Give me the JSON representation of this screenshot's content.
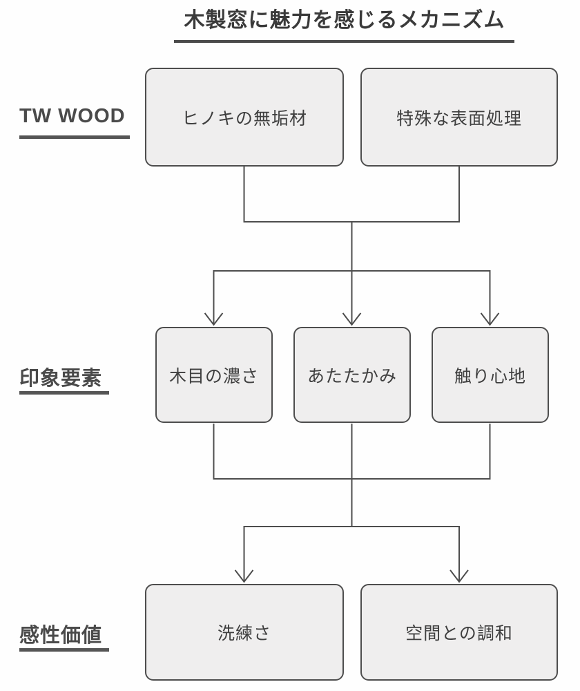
{
  "title": "木製窓に魅力を感じるメカニズム",
  "colors": {
    "background": "#fefefe",
    "box_fill": "#efeeee",
    "box_border": "#4d4d4d",
    "line": "#4d4d4d",
    "text": "#3f3f3f",
    "label_text": "#4a4a4a",
    "underline": "#4a4a4a"
  },
  "rows": [
    {
      "label": "TW WOOD",
      "boxes": [
        "ヒノキの無垢材",
        "特殊な表面処理"
      ]
    },
    {
      "label": "印象要素",
      "boxes": [
        "木目の濃さ",
        "あたたかみ",
        "触り心地"
      ]
    },
    {
      "label": "感性価値",
      "boxes": [
        "洗練さ",
        "空間との調和"
      ]
    }
  ]
}
